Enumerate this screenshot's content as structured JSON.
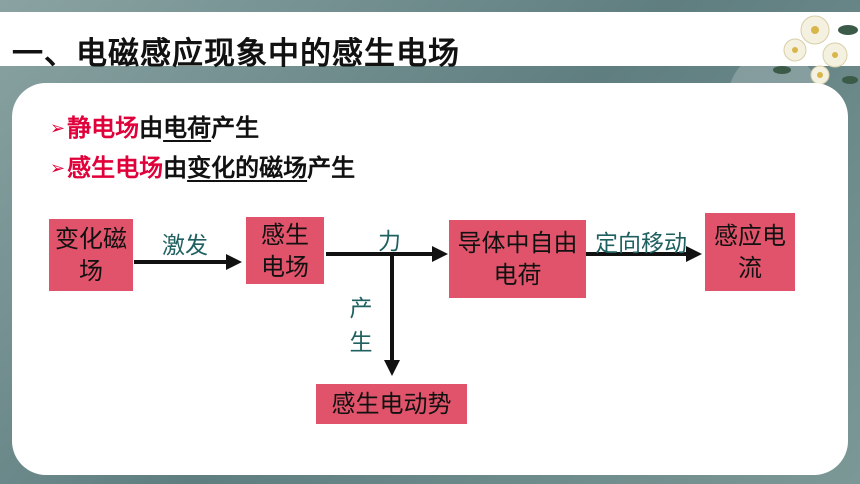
{
  "title": "一、电磁感应现象中的感生电场",
  "bullets": {
    "b1": {
      "marker": "➢",
      "red": "静电场",
      "text1": "由",
      "ul": "电荷",
      "text2": "产生"
    },
    "b2": {
      "marker": "➢",
      "red": "感生电场",
      "text1": "由",
      "ul": "变化的磁场",
      "text2": "产生"
    }
  },
  "diagram": {
    "box_changing_field": "变化磁场",
    "box_induced_field": "感生电场",
    "box_free_charges": "导体中自由电荷",
    "box_induced_current": "感应电流",
    "box_induced_emf": "感生电动势",
    "label_excite": "激发",
    "label_force": "力",
    "label_directional_motion": "定向移动",
    "label_produce": "产生"
  },
  "colors": {
    "accent_red": "#e0003a",
    "box_fill": "#e0536a",
    "label_teal": "#1f6060"
  }
}
